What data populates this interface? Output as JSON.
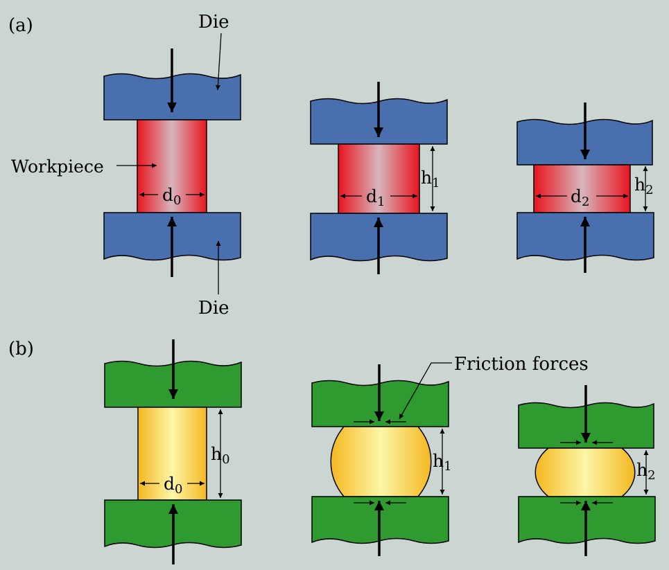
{
  "panels": {
    "a": {
      "label": "(a)"
    },
    "b": {
      "label": "(b)"
    }
  },
  "labels": {
    "die_top": "Die",
    "die_bottom": "Die",
    "workpiece": "Workpiece",
    "friction_forces": "Friction  forces"
  },
  "dims": {
    "a_d0": "d",
    "a_d0_sub": "0",
    "a_d1": "d",
    "a_d1_sub": "1",
    "a_d2": "d",
    "a_d2_sub": "2",
    "a_h1": "h",
    "a_h1_sub": "1",
    "a_h2": "h",
    "a_h2_sub": "2",
    "b_d0": "d",
    "b_d0_sub": "0",
    "b_h0": "h",
    "b_h0_sub": "0",
    "b_h1": "h",
    "b_h1_sub": "1",
    "b_h2": "h",
    "b_h2_sub": "2"
  },
  "colors": {
    "background": "#cbd6d3",
    "die_a": "#4a6fae",
    "die_b": "#2f9a2f",
    "workpiece_a_edge": "#e8141e",
    "workpiece_a_center": "#d7b5bd",
    "workpiece_b_edge": "#f4b820",
    "workpiece_b_center": "#fdf6a8"
  }
}
